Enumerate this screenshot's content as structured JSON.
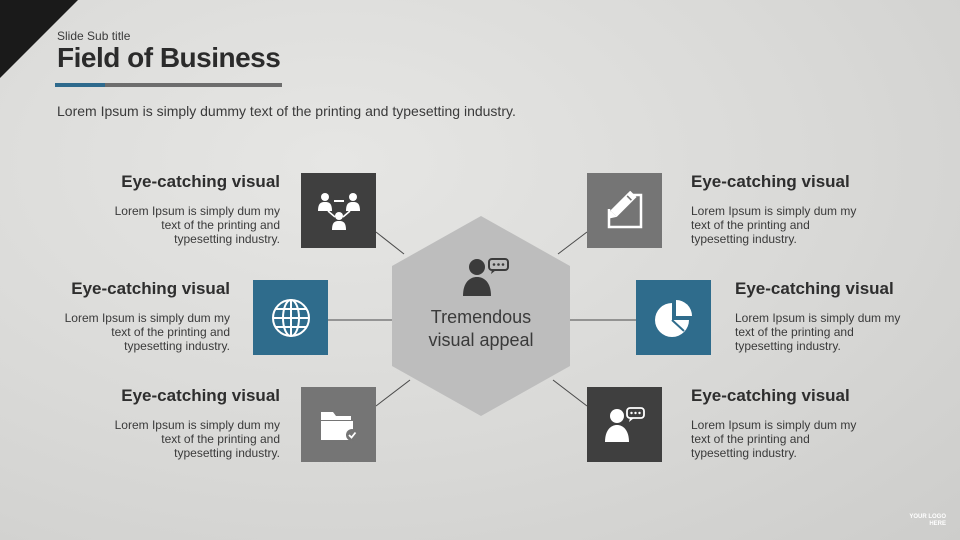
{
  "slide": {
    "subtitle": "Slide Sub title",
    "title": "Field of Business",
    "lead": "Lorem Ipsum is simply  dummy text of the printing  and typesetting industry."
  },
  "center": {
    "label_line1": "Tremendous",
    "label_line2": "visual appeal",
    "icon": "user-chat-icon"
  },
  "features": [
    {
      "title": "Eye-catching visual",
      "text": "Lorem Ipsum  is simply dum my text of the printing and typesetting  industry.",
      "icon": "org-chart-icon"
    },
    {
      "title": "Eye-catching visual",
      "text": "Lorem Ipsum  is simply dum my text of the printing  and typesetting  industry.",
      "icon": "globe-icon"
    },
    {
      "title": "Eye-catching visual",
      "text": "Lorem Ipsum  is simply dum my text of the printing  and typesetting  industry.",
      "icon": "folder-check-icon"
    },
    {
      "title": "Eye-catching visual",
      "text": "Lorem Ipsum  is simply dum my text of the printing  and typesetting  industry.",
      "icon": "edit-pencil-icon"
    },
    {
      "title": "Eye-catching visual",
      "text": "Lorem Ipsum  is simply dum my text of the printing  and typesetting  industry.",
      "icon": "pie-chart-icon"
    },
    {
      "title": "Eye-catching visual",
      "text": "Lorem Ipsum  is simply dum my text of the printing  and typesetting  industry.",
      "icon": "user-chat-icon"
    }
  ],
  "logo": {
    "line1": "YOUR LOGO",
    "line2": "HERE"
  },
  "colors": {
    "blue": "#2f6c8c",
    "dark": "#3f3f3f",
    "mid": "#757575",
    "hex": "#bdbdbd"
  }
}
